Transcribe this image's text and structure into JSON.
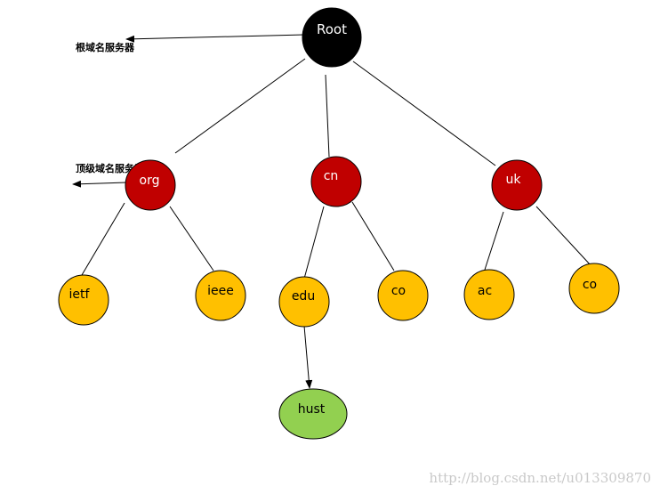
{
  "diagram": {
    "nodes": [
      {
        "id": "root",
        "label": "Root",
        "fill": "#000000",
        "text_color": "#ffffff"
      },
      {
        "id": "org",
        "label": "org",
        "fill": "#c00000",
        "text_color": "#ffffff"
      },
      {
        "id": "cn",
        "label": "cn",
        "fill": "#c00000",
        "text_color": "#ffffff"
      },
      {
        "id": "uk",
        "label": "uk",
        "fill": "#c00000",
        "text_color": "#ffffff"
      },
      {
        "id": "ietf",
        "label": "ietf",
        "fill": "#ffc000",
        "text_color": "#000000"
      },
      {
        "id": "ieee",
        "label": "ieee",
        "fill": "#ffc000",
        "text_color": "#000000"
      },
      {
        "id": "edu",
        "label": "edu",
        "fill": "#ffc000",
        "text_color": "#000000"
      },
      {
        "id": "co-cn",
        "label": "co",
        "fill": "#ffc000",
        "text_color": "#000000"
      },
      {
        "id": "ac",
        "label": "ac",
        "fill": "#ffc000",
        "text_color": "#000000"
      },
      {
        "id": "co-uk",
        "label": "co",
        "fill": "#ffc000",
        "text_color": "#000000"
      },
      {
        "id": "hust",
        "label": "hust",
        "fill": "#92d050",
        "text_color": "#000000"
      }
    ],
    "edges": [
      [
        "root",
        "org"
      ],
      [
        "root",
        "cn"
      ],
      [
        "root",
        "uk"
      ],
      [
        "org",
        "ietf"
      ],
      [
        "org",
        "ieee"
      ],
      [
        "cn",
        "edu"
      ],
      [
        "cn",
        "co-cn"
      ],
      [
        "uk",
        "ac"
      ],
      [
        "uk",
        "co-uk"
      ],
      [
        "edu",
        "hust"
      ]
    ],
    "annotations": {
      "root_server": "根域名服务器",
      "tld_server": "顶级域名服务器"
    }
  },
  "watermark": "http://blog.csdn.net/u013309870"
}
